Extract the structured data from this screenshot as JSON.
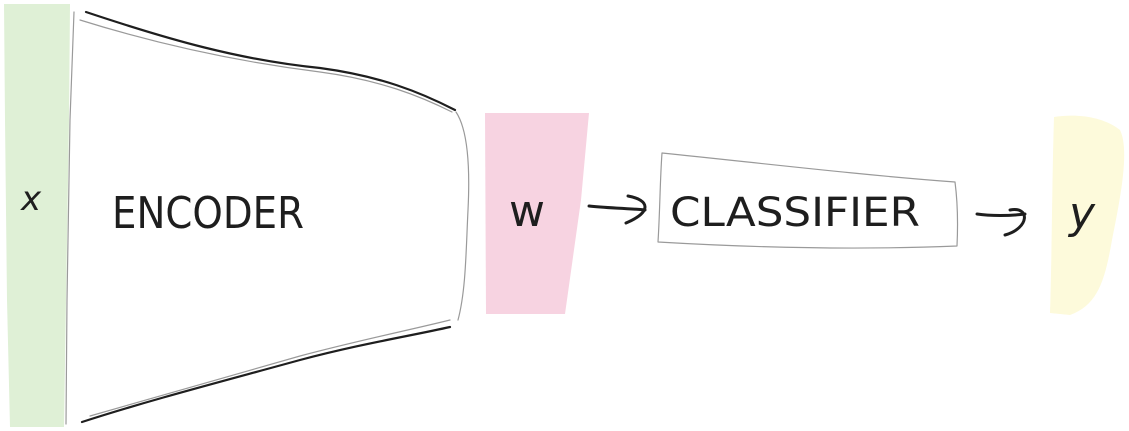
{
  "diagram": {
    "input_label": "x",
    "encoder_label": "ENCODER",
    "latent_label": "w",
    "classifier_label": "CLASSIFIER",
    "output_label": "y"
  },
  "colors": {
    "input_fill": "#dff0d6",
    "latent_fill": "#f7d3e1",
    "output_fill": "#fdfadb",
    "stroke": "#1e1e1e"
  }
}
